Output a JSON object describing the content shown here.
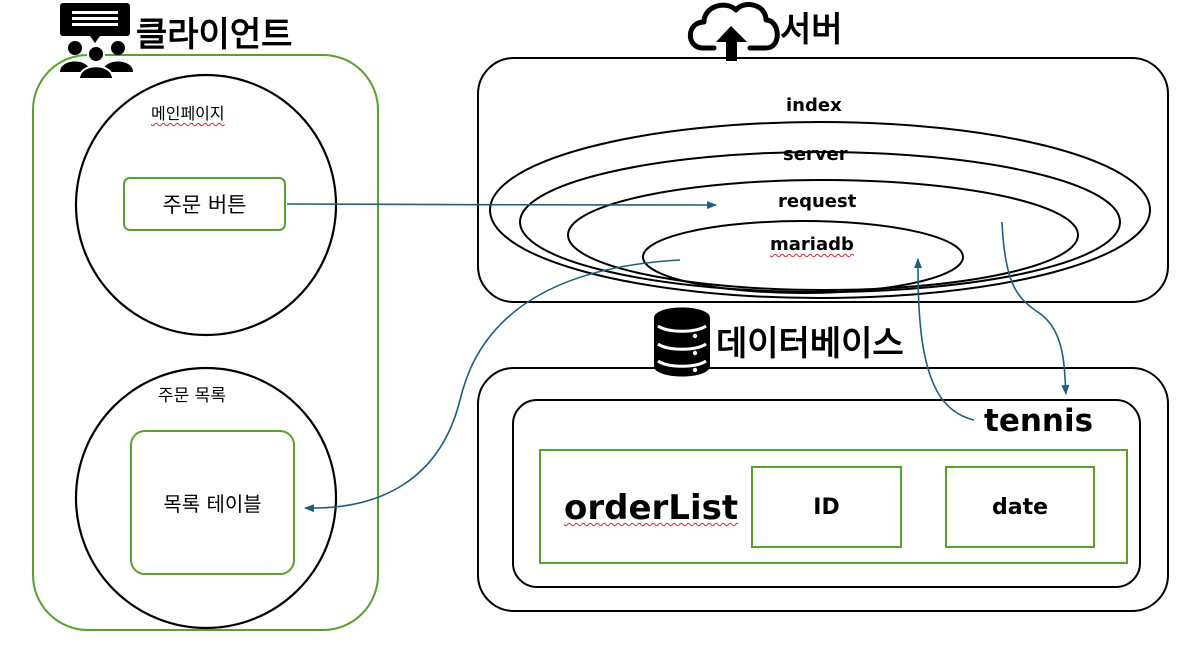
{
  "client": {
    "title": "클라이언트",
    "icon": "users-presentation-icon",
    "main_page": {
      "title": "메인페이지",
      "button_label": "주문 버튼"
    },
    "order_list": {
      "title": "주문 목록",
      "table_label": "목록 테이블"
    }
  },
  "server": {
    "title": "서버",
    "icon": "cloud-upload-icon",
    "layers": [
      "index",
      "server",
      "request",
      "mariadb"
    ]
  },
  "database": {
    "title": "데이터베이스",
    "icon": "database-icon",
    "schema": "tennis",
    "table": {
      "name": "orderList",
      "columns": [
        "ID",
        "date"
      ]
    }
  },
  "colors": {
    "green": "#5aa02c",
    "arrow": "#1f5f7a",
    "outline": "#000000",
    "squiggle": "#dd2222"
  }
}
